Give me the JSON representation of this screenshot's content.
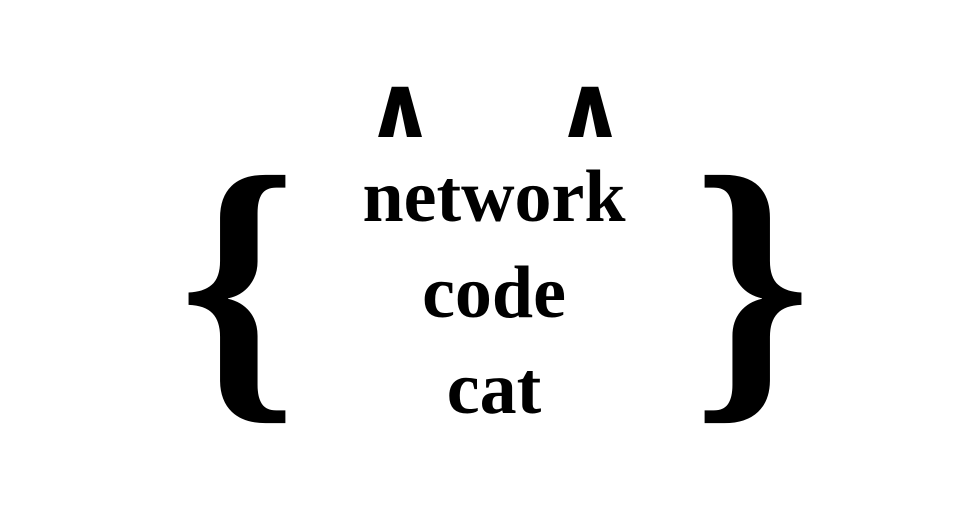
{
  "figure": {
    "type": "set-notation-diagram",
    "background_color": "#ffffff",
    "ink_color": "#000000",
    "open_brace": "{",
    "close_brace": "}",
    "markers": [
      {
        "glyph": "∧",
        "name": "caret-left"
      },
      {
        "glyph": "∧",
        "name": "caret-right"
      }
    ],
    "items": [
      {
        "label": "network"
      },
      {
        "label": "code"
      },
      {
        "label": "cat"
      }
    ]
  }
}
